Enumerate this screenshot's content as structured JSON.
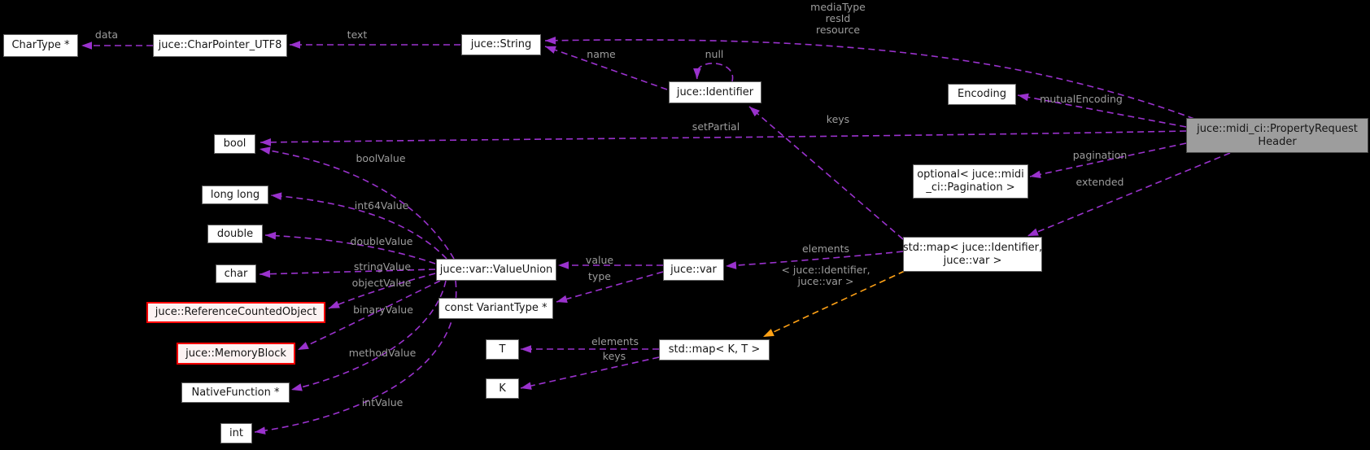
{
  "diagram": {
    "kind": "collaboration-graph",
    "main_class": "juce::midi_ci::PropertyRequestHeader",
    "colors": {
      "background": "#000000",
      "edge_usage": "#9a32cd",
      "edge_template_instance": "#ffa216",
      "node_fill": "#ffffff",
      "node_border": "#616161",
      "node_border_warning": "#ff0000",
      "main_node_fill": "#9d9d9d",
      "edge_label_text": "#9c9c9c"
    },
    "nodes": [
      {
        "id": "chartype",
        "style": "normal",
        "lines": [
          "CharType *"
        ]
      },
      {
        "id": "charpointer",
        "style": "normal",
        "lines": [
          "juce::CharPointer_UTF8"
        ]
      },
      {
        "id": "string",
        "style": "normal",
        "lines": [
          "juce::String"
        ]
      },
      {
        "id": "identifier",
        "style": "normal",
        "lines": [
          "juce::Identifier"
        ]
      },
      {
        "id": "encoding",
        "style": "normal",
        "lines": [
          "Encoding"
        ]
      },
      {
        "id": "header",
        "style": "main",
        "lines": [
          "juce::midi_ci::PropertyRequest",
          "Header"
        ]
      },
      {
        "id": "bool",
        "style": "normal",
        "lines": [
          "bool"
        ]
      },
      {
        "id": "optional",
        "style": "normal",
        "lines": [
          "optional< juce::midi",
          "_ci::Pagination >"
        ]
      },
      {
        "id": "longlong",
        "style": "normal",
        "lines": [
          "long long"
        ]
      },
      {
        "id": "double",
        "style": "normal",
        "lines": [
          "double"
        ]
      },
      {
        "id": "char",
        "style": "normal",
        "lines": [
          "char"
        ]
      },
      {
        "id": "valueunion",
        "style": "normal",
        "lines": [
          "juce::var::ValueUnion"
        ]
      },
      {
        "id": "var",
        "style": "normal",
        "lines": [
          "juce::var"
        ]
      },
      {
        "id": "mapiv",
        "style": "normal",
        "lines": [
          "std::map< juce::Identifier,",
          "juce::var >"
        ]
      },
      {
        "id": "constvt",
        "style": "normal",
        "lines": [
          "const VariantType *"
        ]
      },
      {
        "id": "refcounted",
        "style": "red",
        "lines": [
          "juce::ReferenceCountedObject"
        ]
      },
      {
        "id": "memoryblock",
        "style": "red",
        "lines": [
          "juce::MemoryBlock"
        ]
      },
      {
        "id": "nativefn",
        "style": "normal",
        "lines": [
          "NativeFunction *"
        ]
      },
      {
        "id": "T",
        "style": "normal",
        "lines": [
          "T"
        ]
      },
      {
        "id": "K",
        "style": "normal",
        "lines": [
          "K"
        ]
      },
      {
        "id": "mapkt",
        "style": "normal",
        "lines": [
          "std::map< K, T >"
        ]
      },
      {
        "id": "int",
        "style": "normal",
        "lines": [
          "int"
        ]
      }
    ],
    "edges": [
      {
        "id": "data",
        "kind": "usage",
        "label_lines": [
          "data"
        ]
      },
      {
        "id": "text",
        "kind": "usage",
        "label_lines": [
          "text"
        ]
      },
      {
        "id": "media",
        "kind": "usage",
        "label_lines": [
          "mediaType",
          "resId",
          "resource"
        ]
      },
      {
        "id": "name",
        "kind": "usage",
        "label_lines": [
          "name"
        ]
      },
      {
        "id": "null",
        "kind": "usage",
        "label_lines": [
          "null"
        ]
      },
      {
        "id": "keys1",
        "kind": "usage",
        "label_lines": [
          "keys"
        ]
      },
      {
        "id": "setPartial",
        "kind": "usage",
        "label_lines": [
          "setPartial"
        ]
      },
      {
        "id": "mutualEncoding",
        "kind": "usage",
        "label_lines": [
          "mutualEncoding"
        ]
      },
      {
        "id": "pagination",
        "kind": "usage",
        "label_lines": [
          "pagination"
        ]
      },
      {
        "id": "extended",
        "kind": "usage",
        "label_lines": [
          "extended"
        ]
      },
      {
        "id": "boolValue",
        "kind": "usage",
        "label_lines": [
          "boolValue"
        ]
      },
      {
        "id": "int64Value",
        "kind": "usage",
        "label_lines": [
          "int64Value"
        ]
      },
      {
        "id": "doubleValue",
        "kind": "usage",
        "label_lines": [
          "doubleValue"
        ]
      },
      {
        "id": "stringValue",
        "kind": "usage",
        "label_lines": [
          "stringValue"
        ]
      },
      {
        "id": "objectValue",
        "kind": "usage",
        "label_lines": [
          "objectValue"
        ]
      },
      {
        "id": "binaryValue",
        "kind": "usage",
        "label_lines": [
          "binaryValue"
        ]
      },
      {
        "id": "methodValue",
        "kind": "usage",
        "label_lines": [
          "methodValue"
        ]
      },
      {
        "id": "intValue",
        "kind": "usage",
        "label_lines": [
          "intValue"
        ]
      },
      {
        "id": "value",
        "kind": "usage",
        "label_lines": [
          "value"
        ]
      },
      {
        "id": "type",
        "kind": "usage",
        "label_lines": [
          "type"
        ]
      },
      {
        "id": "elements1",
        "kind": "usage",
        "label_lines": [
          "elements"
        ],
        "label2_lines": [
          "< juce::Identifier,",
          "juce::var >"
        ]
      },
      {
        "id": "elements2",
        "kind": "usage",
        "label_lines": [
          "elements"
        ]
      },
      {
        "id": "keys2",
        "kind": "usage",
        "label_lines": [
          "keys"
        ]
      },
      {
        "id": "template",
        "kind": "template",
        "label_lines": []
      }
    ]
  }
}
